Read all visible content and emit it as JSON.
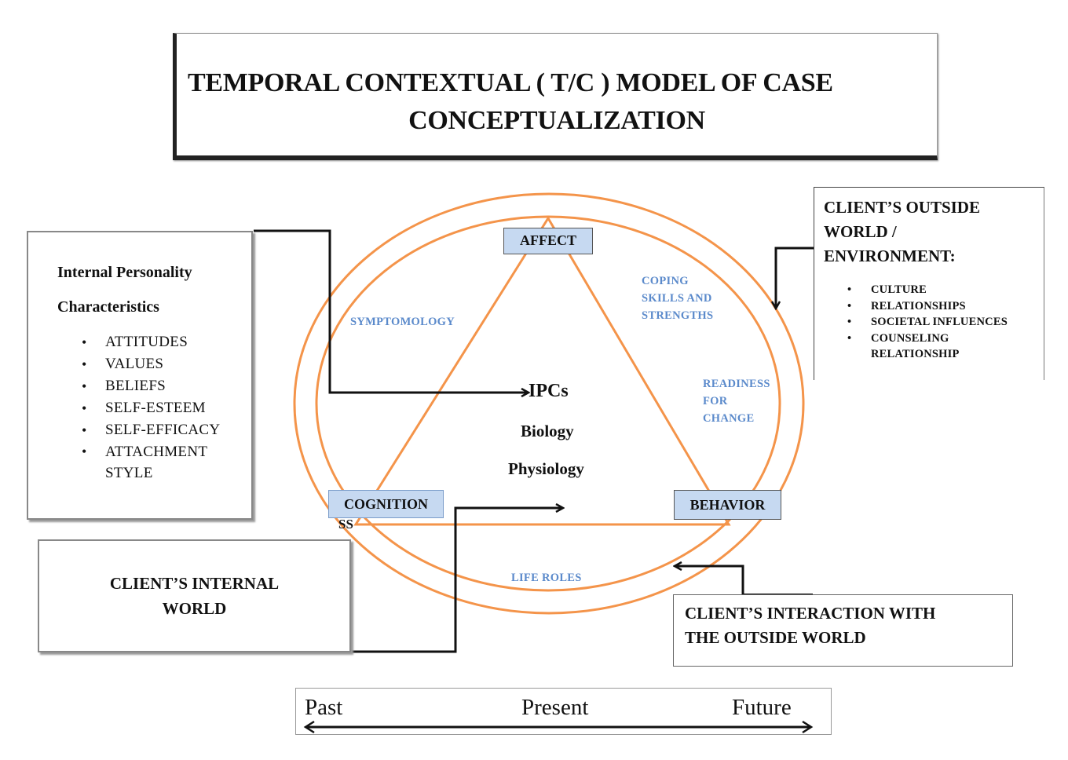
{
  "title": {
    "line1": "TEMPORAL CONTEXTUAL  ( T/C ) MODEL OF CASE",
    "line2": "CONCEPTUALIZATION"
  },
  "internal_personality": {
    "heading_line1": "Internal Personality",
    "heading_line2": "Characteristics",
    "bullet": "•",
    "items": [
      "ATTITUDES",
      "VALUES",
      "BELIEFS",
      "SELF-ESTEEM",
      "SELF-EFFICACY",
      "ATTACHMENT STYLE"
    ]
  },
  "outside_world": {
    "heading_line1": "CLIENT’S OUTSIDE",
    "heading_line2": "WORLD /",
    "heading_line3": "ENVIRONMENT:",
    "bullet": "•",
    "items": [
      "CULTURE",
      "RELATIONSHIPS",
      "SOCIETAL INFLUENCES",
      "COUNSELING RELATIONSHIP"
    ]
  },
  "internal_world": {
    "line1": "CLIENT’S INTERNAL",
    "line2": "WORLD"
  },
  "interaction": {
    "line1": "CLIENT’S INTERACTION WITH",
    "line2": "THE OUTSIDE WORLD"
  },
  "nodes": {
    "affect": "AFFECT",
    "cognition": "COGNITION",
    "behavior": "BEHAVIOR",
    "stray_text": "SS"
  },
  "edge_labels": {
    "symptomology": "SYMPTOMOLOGY",
    "coping_line1": "COPING",
    "coping_line2": "SKILLS AND",
    "coping_line3": "STRENGTHS",
    "readiness_line1": "READINESS",
    "readiness_line2": "FOR",
    "readiness_line3": "CHANGE",
    "life_roles": "LIFE ROLES"
  },
  "center": {
    "ipcs": "IPCs",
    "biology": "Biology",
    "physiology": "Physiology"
  },
  "timeline": {
    "past": "Past",
    "present": "Present",
    "future": "Future"
  },
  "colors": {
    "ring": "#F4944A",
    "node_fill": "#C6D9F1",
    "label_blue": "#5B8ACB",
    "connector": "#111111"
  }
}
